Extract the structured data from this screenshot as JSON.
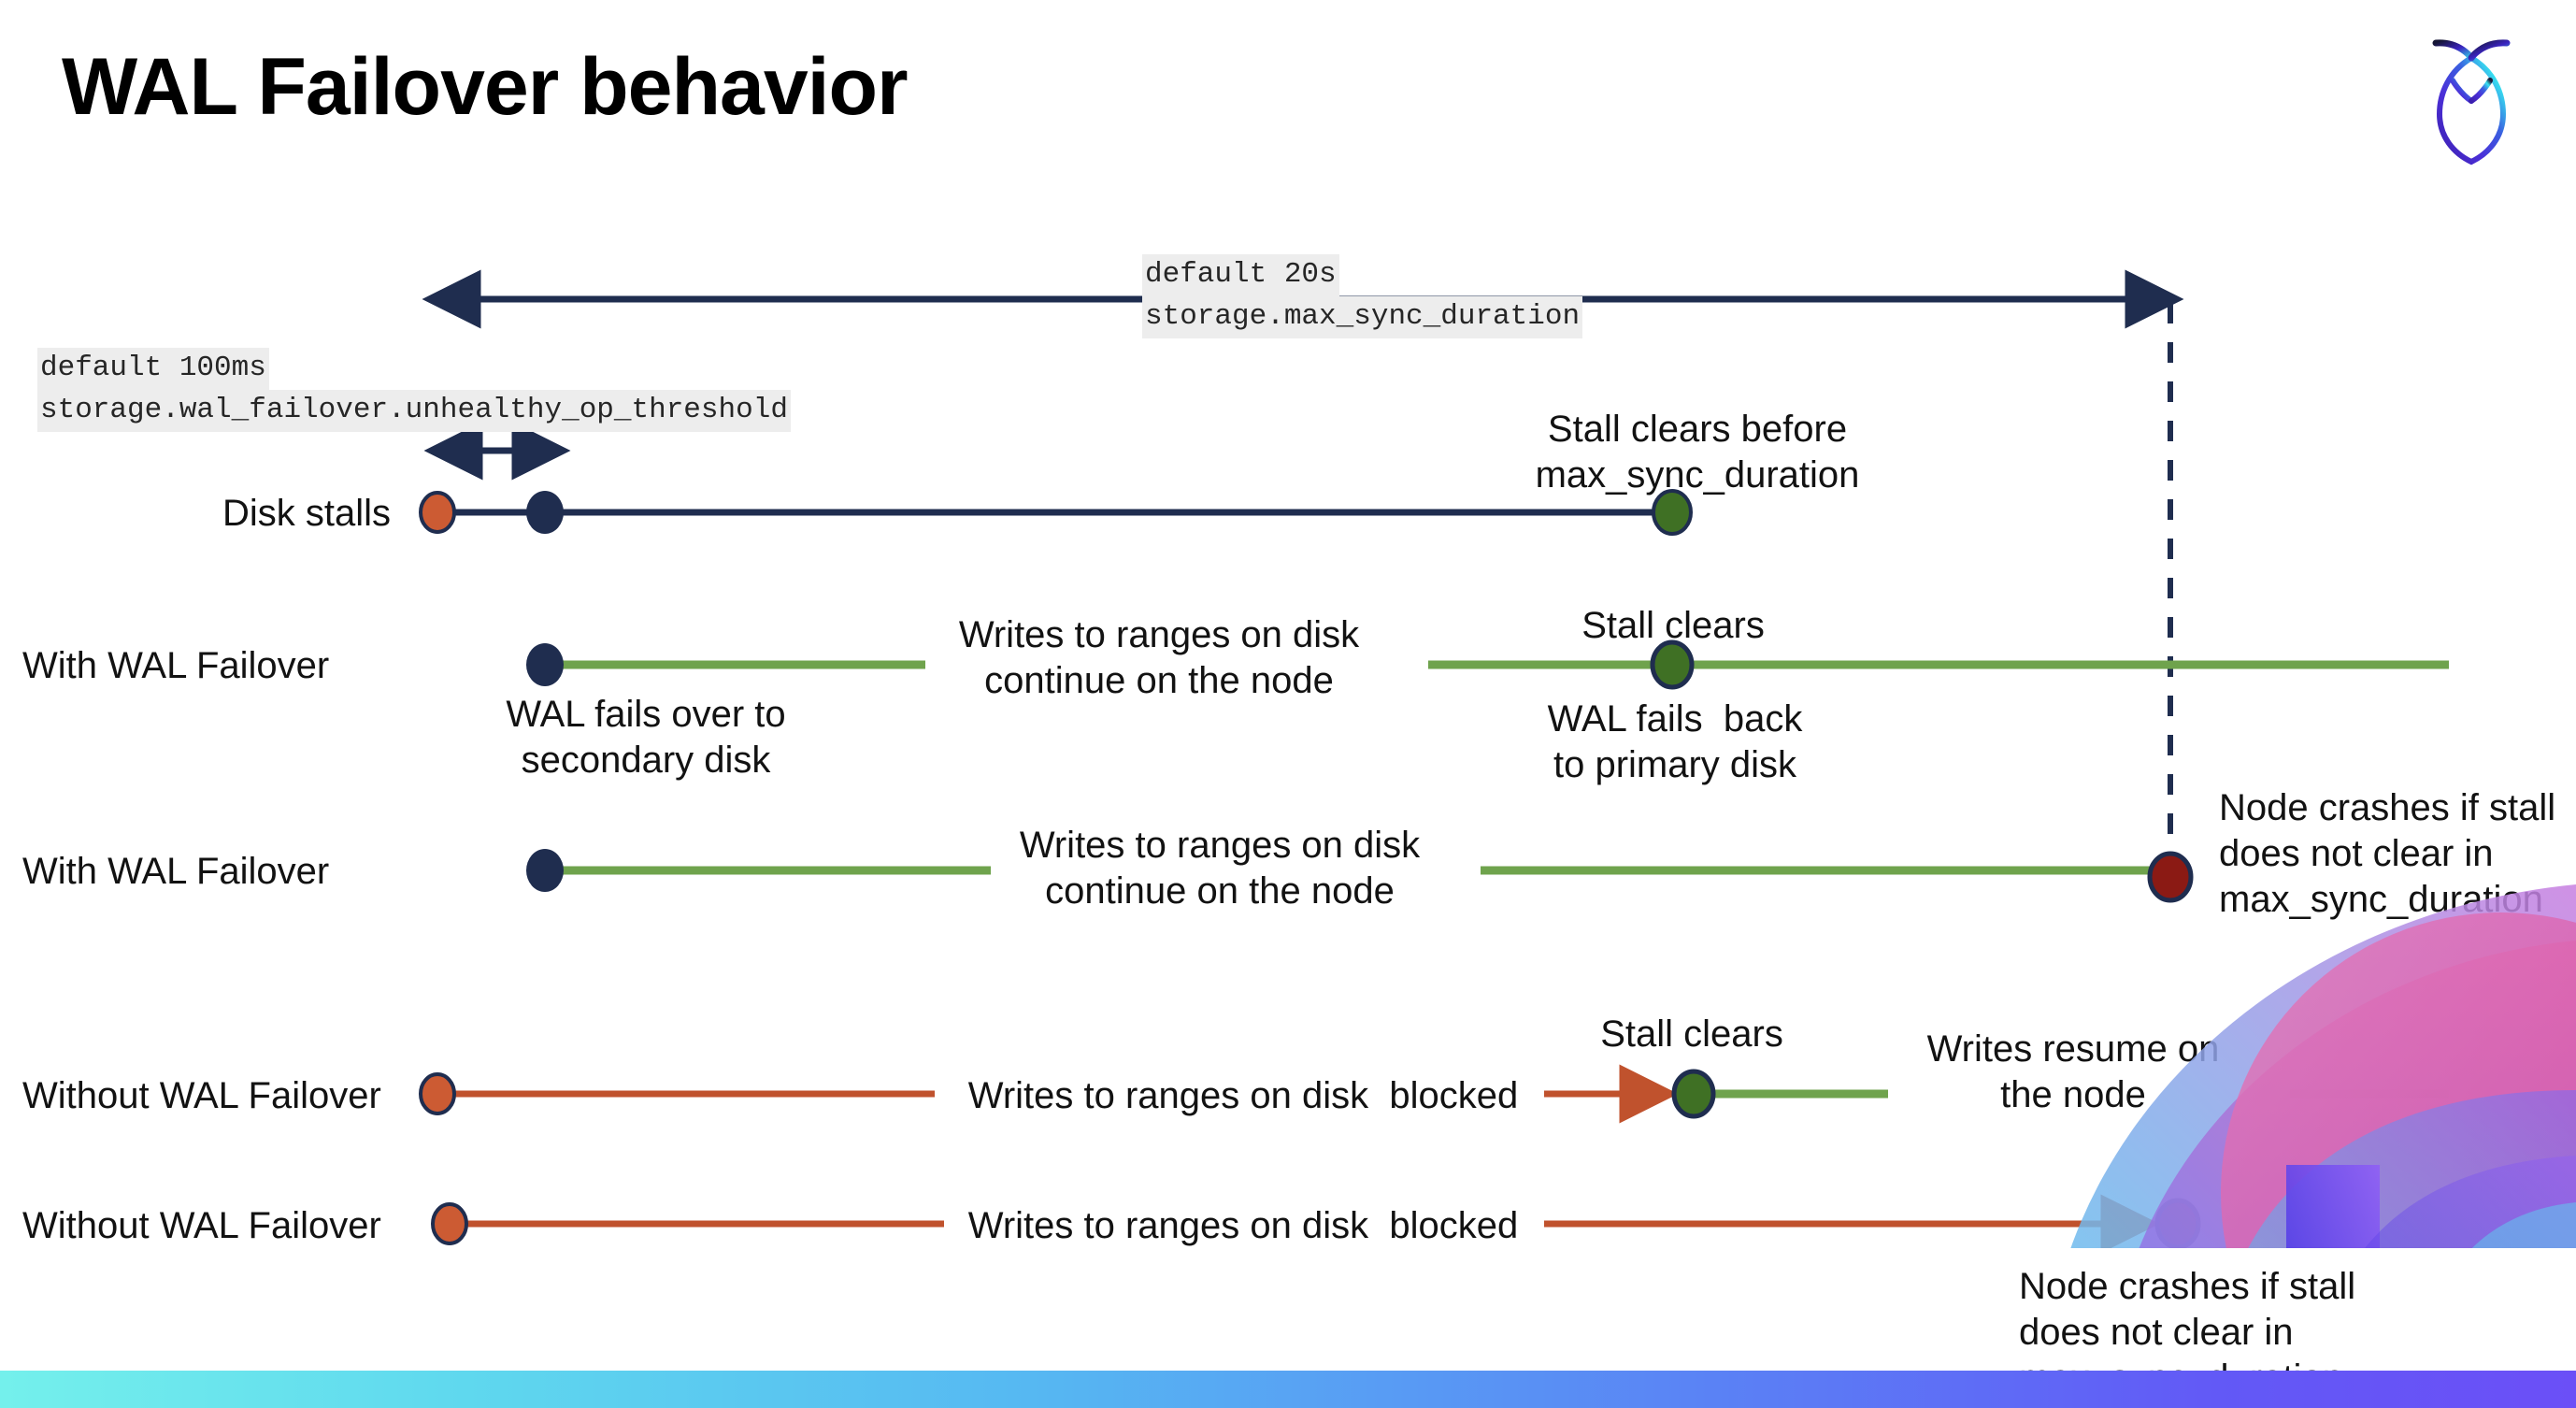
{
  "slide": {
    "title": "WAL Failover behavior",
    "logo": "cockroachdb-logo",
    "background": "#ffffff"
  },
  "colors": {
    "navy": "#1f2d4f",
    "green_line": "#6fa34d",
    "green_dot": "#3f7024",
    "orange_line": "#c0522d",
    "orange_dot": "#cc5b33",
    "dark_red_dot": "#8b1a14",
    "code_bg": "#ededed",
    "bar_start": "#74f0ec",
    "bar_end": "#6b4ff7"
  },
  "settings": {
    "max_sync": {
      "default_label": "default 20s",
      "name": "storage.max_sync_duration"
    },
    "unhealthy_op": {
      "default_label": "default 100ms",
      "name": "storage.wal_failover.unhealthy_op_threshold"
    }
  },
  "rows": [
    {
      "id": "disk-stalls",
      "label": "Disk stalls",
      "annotation": "Stall clears before\nmax_sync_duration"
    },
    {
      "id": "with-wal-failover-clears",
      "label": "With WAL Failover",
      "start_note": "WAL fails over to\nsecondary disk",
      "mid_note": "Writes to ranges on disk\ncontinue on the node",
      "clear_note": "Stall clears",
      "end_note": "WAL fails  back\nto primary disk"
    },
    {
      "id": "with-wal-failover-crash",
      "label": "With WAL Failover",
      "mid_note": "Writes to ranges on disk\ncontinue on the node",
      "crash_note": "Node crashes if stall\ndoes not clear in\nmax_sync_duration"
    },
    {
      "id": "without-wal-failover-clears",
      "label": "Without WAL Failover",
      "mid_note": "Writes to ranges on disk  blocked",
      "clear_note": "Stall clears",
      "resume_note": "Writes resume on\nthe node"
    },
    {
      "id": "without-wal-failover-crash",
      "label": "Without WAL Failover",
      "mid_note": "Writes to ranges on disk  blocked",
      "crash_note": "Node crashes if stall\ndoes not clear in\nmax_sync_duration"
    }
  ]
}
